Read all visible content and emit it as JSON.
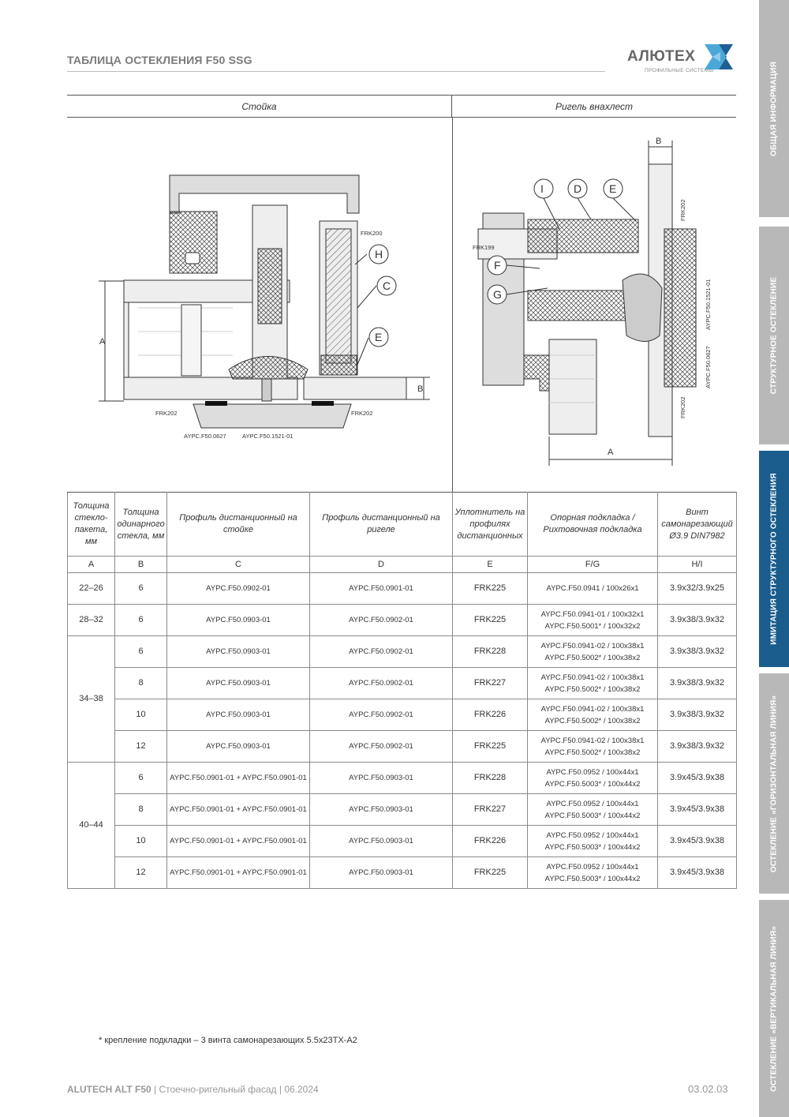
{
  "header": {
    "title": "ТАБЛИЦА ОСТЕКЛЕНИЯ F50 SSG",
    "logo_name": "АЛЮТЕХ",
    "logo_sub": "ПРОФИЛЬНЫЕ СИСТЕМЫ"
  },
  "side_tabs": [
    {
      "label": "ОБЩАЯ ИНФОРМАЦИЯ",
      "active": false
    },
    {
      "label": "СТРУКТУРНОЕ ОСТЕКЛЕНИЕ",
      "active": false
    },
    {
      "label": "ИМИТАЦИЯ СТРУКТУРНОГО ОСТЕКЛЕНИЯ",
      "active": true
    },
    {
      "label": "ОСТЕКЛЕНИЕ «ГОРИЗОНТАЛЬНАЯ ЛИНИЯ»",
      "active": false
    },
    {
      "label": "ОСТЕКЛЕНИЕ «ВЕРТИКАЛЬНАЯ ЛИНИЯ»",
      "active": false
    }
  ],
  "sections": {
    "left_title": "Стойка",
    "right_title": "Ригель внахлест"
  },
  "drawing_left": {
    "callouts": [
      "H",
      "C",
      "E"
    ],
    "dim_a": "A",
    "dim_b": "B",
    "labels": {
      "frk200": "FRK200",
      "frk202_left": "FRK202",
      "frk202_right": "FRK202",
      "profile_0627": "AYPC.F50.0627",
      "profile_1521": "AYPC.F50.1521-01"
    }
  },
  "drawing_right": {
    "callouts": [
      "I",
      "D",
      "E",
      "F",
      "G"
    ],
    "dim_a": "A",
    "dim_b": "B",
    "labels": {
      "frk199": "FRK199",
      "frk202_top": "FRK202",
      "frk202_bottom": "FRK202",
      "profile_1521": "AYPC.F50.1521-01",
      "profile_0627": "AYPC.F50.0627"
    }
  },
  "table": {
    "headers": [
      "Толщина стекло-пакета, мм",
      "Толщина одинарного стекла, мм",
      "Профиль дистанционный на стойке",
      "Профиль дистанционный на ригеле",
      "Уплотнитель на профилях дистанционных",
      "Опорная подкладка / Рихтовочная подкладка",
      "Винт самонарезающий Ø3.9 DIN7982"
    ],
    "letters": [
      "A",
      "B",
      "C",
      "D",
      "E",
      "F/G",
      "H/I"
    ],
    "groups": [
      {
        "a": "22–26",
        "rows": [
          {
            "b": "6",
            "c": "AYPC.F50.0902-01",
            "d": "AYPC.F50.0901-01",
            "e": "FRK225",
            "fg1": "AYPC.F50.0941 / 100х26х1",
            "fg2": "",
            "hi": "3.9х32/3.9х25"
          }
        ]
      },
      {
        "a": "28–32",
        "rows": [
          {
            "b": "6",
            "c": "AYPC.F50.0903-01",
            "d": "AYPC.F50.0902-01",
            "e": "FRK225",
            "fg1": "AYPC.F50.0941-01 / 100х32х1",
            "fg2": "AYPC.F50.5001* / 100х32х2",
            "hi": "3.9х38/3.9х32"
          }
        ]
      },
      {
        "a": "34–38",
        "rows": [
          {
            "b": "6",
            "c": "AYPC.F50.0903-01",
            "d": "AYPC.F50.0902-01",
            "e": "FRK228",
            "fg1": "AYPC.F50.0941-02 / 100х38х1",
            "fg2": "AYPC.F50.5002* / 100х38х2",
            "hi": "3.9х38/3.9х32"
          },
          {
            "b": "8",
            "c": "AYPC.F50.0903-01",
            "d": "AYPC.F50.0902-01",
            "e": "FRK227",
            "fg1": "AYPC.F50.0941-02 / 100х38х1",
            "fg2": "AYPC.F50.5002* / 100х38х2",
            "hi": "3.9х38/3.9х32"
          },
          {
            "b": "10",
            "c": "AYPC.F50.0903-01",
            "d": "AYPC.F50.0902-01",
            "e": "FRK226",
            "fg1": "AYPC.F50.0941-02 / 100х38х1",
            "fg2": "AYPC.F50.5002* / 100х38х2",
            "hi": "3.9х38/3.9х32"
          },
          {
            "b": "12",
            "c": "AYPC.F50.0903-01",
            "d": "AYPC.F50.0902-01",
            "e": "FRK225",
            "fg1": "AYPC.F50.0941-02 / 100х38х1",
            "fg2": "AYPC.F50.5002* / 100х38х2",
            "hi": "3.9х38/3.9х32"
          }
        ]
      },
      {
        "a": "40–44",
        "rows": [
          {
            "b": "6",
            "c": "AYPC.F50.0901-01 + AYPC.F50.0901-01",
            "d": "AYPC.F50.0903-01",
            "e": "FRK228",
            "fg1": "AYPC.F50.0952 / 100х44х1",
            "fg2": "AYPC.F50.5003* / 100х44х2",
            "hi": "3.9х45/3.9х38"
          },
          {
            "b": "8",
            "c": "AYPC.F50.0901-01 + AYPC.F50.0901-01",
            "d": "AYPC.F50.0903-01",
            "e": "FRK227",
            "fg1": "AYPC.F50.0952 / 100х44х1",
            "fg2": "AYPC.F50.5003* / 100х44х2",
            "hi": "3.9х45/3.9х38"
          },
          {
            "b": "10",
            "c": "AYPC.F50.0901-01 + AYPC.F50.0901-01",
            "d": "AYPC.F50.0903-01",
            "e": "FRK226",
            "fg1": "AYPC.F50.0952 / 100х44х1",
            "fg2": "AYPC.F50.5003* / 100х44х2",
            "hi": "3.9х45/3.9х38"
          },
          {
            "b": "12",
            "c": "AYPC.F50.0901-01 + AYPC.F50.0901-01",
            "d": "AYPC.F50.0903-01",
            "e": "FRK225",
            "fg1": "AYPC.F50.0952 / 100х44х1",
            "fg2": "AYPC.F50.5003* / 100х44х2",
            "hi": "3.9х45/3.9х38"
          }
        ]
      }
    ]
  },
  "footnote": "* крепление подкладки – 3 винта самонарезающих 5.5х23TX-A2",
  "footer": {
    "brand": "ALUTECH ALT F50",
    "sep1": " | ",
    "desc": "Стоечно-ригельный фасад",
    "sep2": " | ",
    "date": "06.2024",
    "page": "03.02.03"
  },
  "colors": {
    "accent_blue": "#1a5c8c",
    "tab_gray": "#b8b8b8",
    "logo_light_blue": "#4aa8d8",
    "logo_dark_blue": "#1f5f95"
  }
}
